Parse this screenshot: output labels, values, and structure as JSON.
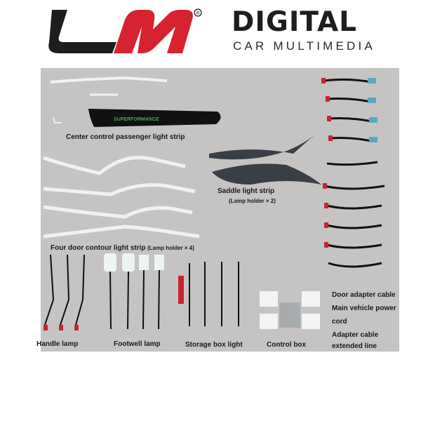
{
  "brand": {
    "logo_mark_icon": "lm-logo-icon",
    "registered_mark": "®",
    "title": "DIGITAL",
    "subtitle": "CAR MULTIMEDIA",
    "colors": {
      "red": "#d7232f",
      "dark": "#1e1e1e"
    }
  },
  "photo": {
    "background": "#c5c4c2",
    "captions": {
      "center_strip": "Center control passenger light strip",
      "saddle_strip": "Saddle light strip",
      "saddle_holder": "(Lamp holder × 2)",
      "four_door": "Four door contour light strip",
      "four_door_holder": "(Lamp holder × 4)",
      "handle_lamp": "Handle lamp",
      "footwell_lamp": "Footwell lamp",
      "storage_box": "Storage box light",
      "control_box": "Control box",
      "door_adapter": "Door adapter cable",
      "main_power": "Main vehicle power",
      "cord": "cord",
      "adapter_cable": "Adapter cable",
      "extended_line": "extended line"
    },
    "strip_print": "SUPERFORMANCE"
  }
}
